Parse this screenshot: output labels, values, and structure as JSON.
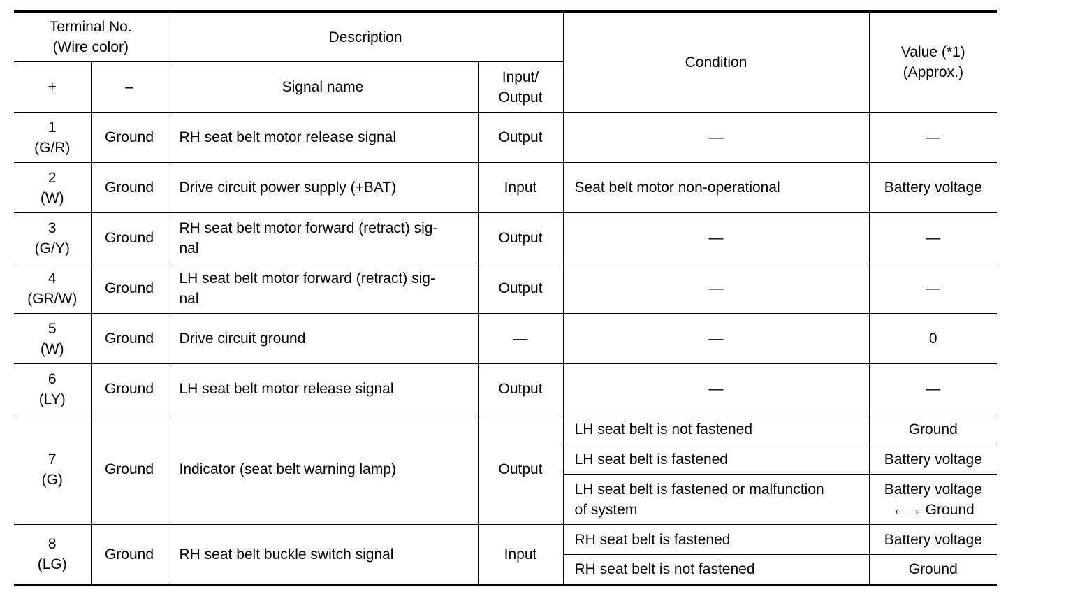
{
  "headers": {
    "terminal": "Terminal No.\n(Wire color)",
    "description": "Description",
    "condition": "Condition",
    "value": "Value (*1)\n(Approx.)",
    "plus": "+",
    "minus": "–",
    "signal_name": "Signal name",
    "input_output": "Input/\nOutput"
  },
  "rows": [
    {
      "terminal": "1\n(G/R)",
      "neg": "Ground",
      "signal": "RH seat belt motor release signal",
      "io": "Output",
      "condition": "—",
      "value": "—"
    },
    {
      "terminal": "2\n(W)",
      "neg": "Ground",
      "signal": "Drive circuit power supply (+BAT)",
      "io": "Input",
      "condition": "Seat belt motor non-operational",
      "value": "Battery voltage"
    },
    {
      "terminal": "3\n(G/Y)",
      "neg": "Ground",
      "signal": "RH seat belt motor forward (retract) sig-\nnal",
      "io": "Output",
      "condition": "—",
      "value": "—"
    },
    {
      "terminal": "4\n(GR/W)",
      "neg": "Ground",
      "signal": "LH seat belt motor forward (retract) sig-\nnal",
      "io": "Output",
      "condition": "—",
      "value": "—"
    },
    {
      "terminal": "5\n(W)",
      "neg": "Ground",
      "signal": "Drive circuit ground",
      "io": "—",
      "condition": "—",
      "value": "0"
    },
    {
      "terminal": "6\n(LY)",
      "neg": "Ground",
      "signal": "LH seat belt motor release signal",
      "io": "Output",
      "condition": "—",
      "value": "—"
    },
    {
      "terminal": "7\n(G)",
      "neg": "Ground",
      "signal": "Indicator (seat belt warning lamp)",
      "io": "Output",
      "sub": [
        {
          "condition": "LH seat belt is not fastened",
          "value": "Ground"
        },
        {
          "condition": "LH seat belt is fastened",
          "value": "Battery voltage"
        },
        {
          "condition": "LH seat belt is fastened or malfunction\nof system",
          "value": "Battery voltage\n←→ Ground"
        }
      ]
    },
    {
      "terminal": "8\n(LG)",
      "neg": "Ground",
      "signal": "RH seat belt buckle switch signal",
      "io": "Input",
      "sub": [
        {
          "condition": "RH seat belt is fastened",
          "value": "Battery voltage"
        },
        {
          "condition": "RH seat belt is not fastened",
          "value": "Ground"
        }
      ]
    }
  ]
}
